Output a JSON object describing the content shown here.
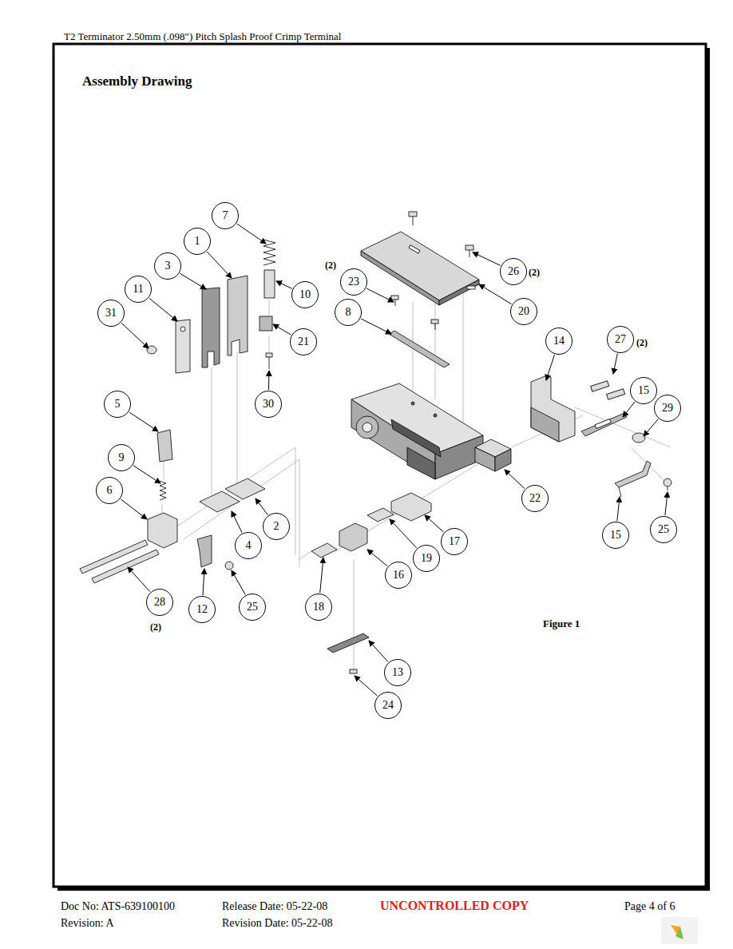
{
  "diagram": {
    "title": "Assembly Drawing",
    "caption": "Figure 1",
    "nodes": [
      {
        "text": [
          "7"
        ]
      },
      {
        "text": [
          "1"
        ]
      },
      {
        "text": [
          "3"
        ]
      },
      {
        "text": [
          "23"
        ]
      },
      {
        "text": [
          "26"
        ]
      },
      {
        "text": [
          "11"
        ]
      },
      {
        "text": [
          "10"
        ]
      },
      {
        "text": [
          "20"
        ]
      },
      {
        "text": [
          "31"
        ]
      },
      {
        "text": [
          "8"
        ]
      },
      {
        "text": [
          "21"
        ]
      },
      {
        "text": [
          "14"
        ]
      },
      {
        "text": [
          "27"
        ]
      },
      {
        "text": [
          "15"
        ]
      },
      {
        "text": [
          "5"
        ]
      },
      {
        "text": [
          "30"
        ]
      },
      {
        "text": [
          "29"
        ]
      },
      {
        "text": [
          "9"
        ]
      },
      {
        "text": [
          "22"
        ]
      },
      {
        "text": [
          "6"
        ]
      },
      {
        "text": [
          "2"
        ]
      },
      {
        "text": [
          "17"
        ]
      },
      {
        "text": [
          "4"
        ]
      },
      {
        "text": [
          "19"
        ]
      },
      {
        "text": [
          "15"
        ]
      },
      {
        "text": [
          "25"
        ]
      },
      {
        "text": [
          "16"
        ]
      },
      {
        "text": [
          "28"
        ]
      },
      {
        "text": [
          "12"
        ]
      },
      {
        "text": [
          "25"
        ]
      },
      {
        "text": [
          "18"
        ]
      },
      {
        "text": [
          "13"
        ]
      },
      {
        "text": [
          "24"
        ]
      }
    ],
    "labels": [
      "T2 Terminator 2.50mm (.098\") Pitch Splash Proof Crimp Terminal",
      "(2)",
      "(2)",
      "(2)",
      "(2)",
      "Doc No: ATS-639100100",
      "Release Date: 05-22-08",
      "UNCONTROLLED COPY",
      "Page 4 of 6",
      "Revision: A",
      "Revision Date: 05-22-08"
    ]
  }
}
